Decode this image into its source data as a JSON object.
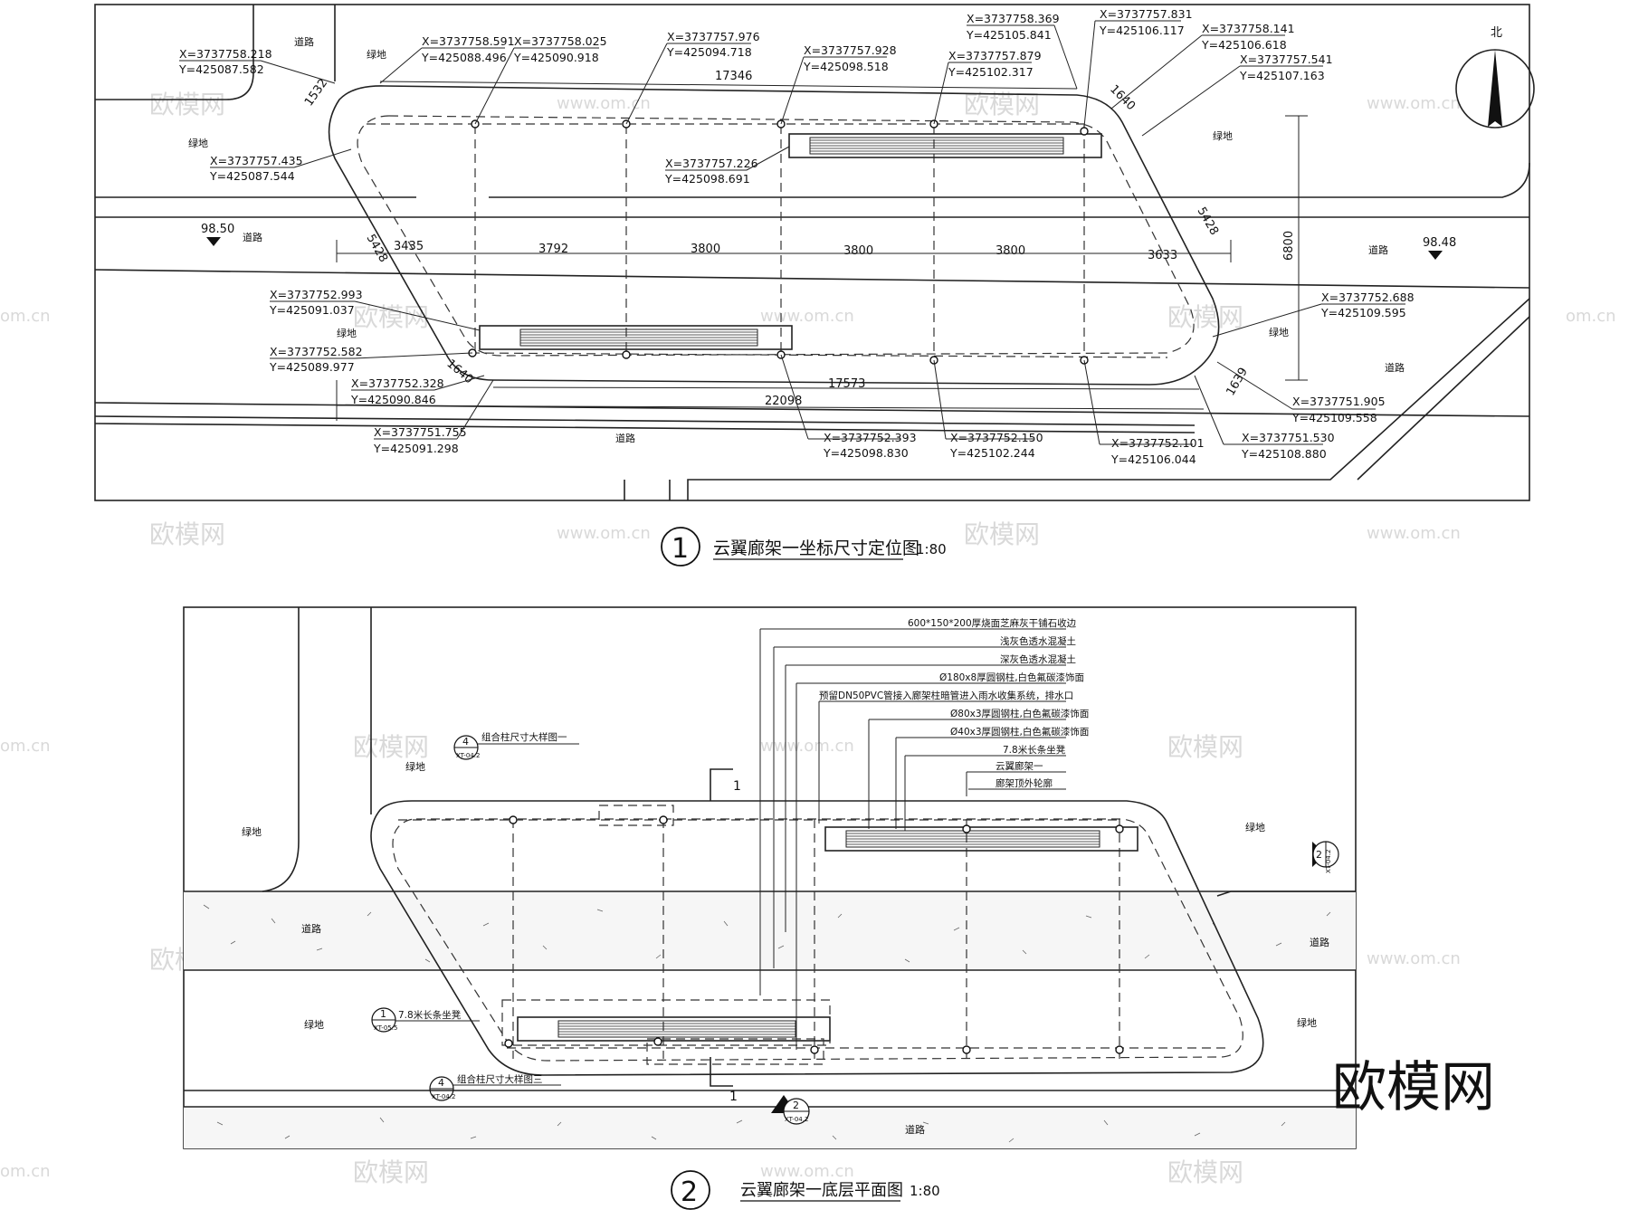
{
  "watermarks": {
    "brand": "欧模网",
    "site": "www.om.cn",
    "site_short": "om.cn"
  },
  "north": "北",
  "fig1": {
    "number": "1",
    "title": "云翼廊架一坐标尺寸定位图",
    "scale": "1:80",
    "labels": {
      "road": "道路",
      "green": "绿地",
      "elev_left": "98.50",
      "elev_right": "98.48"
    },
    "dims": {
      "top_total": "17346",
      "bottom_inner": "17573",
      "bottom_total": "22098",
      "spans": [
        "3435",
        "3792",
        "3800",
        "3800",
        "3800",
        "3633"
      ],
      "height": "6800",
      "diag_left": "5428",
      "diag_right": "5428",
      "arc_tl": "1532",
      "arc_tr": "1640",
      "arc_bl": "1640",
      "arc_br": "1639"
    },
    "coords": [
      {
        "x": "X=3737758.218",
        "y": "Y=425087.582"
      },
      {
        "x": "X=3737758.591",
        "y": "Y=425088.496"
      },
      {
        "x": "X=3737758.025",
        "y": "Y=425090.918"
      },
      {
        "x": "X=3737757.976",
        "y": "Y=425094.718"
      },
      {
        "x": "X=3737757.928",
        "y": "Y=425098.518"
      },
      {
        "x": "X=3737757.879",
        "y": "Y=425102.317"
      },
      {
        "x": "X=3737758.369",
        "y": "Y=425105.841"
      },
      {
        "x": "X=3737757.831",
        "y": "Y=425106.117"
      },
      {
        "x": "X=3737758.141",
        "y": "Y=425106.618"
      },
      {
        "x": "X=3737757.541",
        "y": "Y=425107.163"
      },
      {
        "x": "X=3737757.435",
        "y": "Y=425087.544"
      },
      {
        "x": "X=3737757.226",
        "y": "Y=425098.691"
      },
      {
        "x": "X=3737752.993",
        "y": "Y=425091.037"
      },
      {
        "x": "X=3737752.582",
        "y": "Y=425089.977"
      },
      {
        "x": "X=3737752.328",
        "y": "Y=425090.846"
      },
      {
        "x": "X=3737751.755",
        "y": "Y=425091.298"
      },
      {
        "x": "X=3737752.393",
        "y": "Y=425098.830"
      },
      {
        "x": "X=3737752.150",
        "y": "Y=425102.244"
      },
      {
        "x": "X=3737752.101",
        "y": "Y=425106.044"
      },
      {
        "x": "X=3737751.530",
        "y": "Y=425108.880"
      },
      {
        "x": "X=3737751.905",
        "y": "Y=425109.558"
      },
      {
        "x": "X=3737752.688",
        "y": "Y=425109.595"
      }
    ]
  },
  "fig2": {
    "number": "2",
    "title": "云翼廊架一底层平面图",
    "scale": "1:80",
    "labels": {
      "road": "道路",
      "green": "绿地"
    },
    "section_mark": "1",
    "callouts": [
      "600*150*200厚烧面芝麻灰干铺石收边",
      "浅灰色透水混凝土",
      "深灰色透水混凝土",
      "Ø180x8厚圆钢柱,白色氟碳漆饰面",
      "预留DN50PVC管接入廊架柱暗管进入雨水收集系统，排水口",
      "Ø80x3厚圆钢柱,白色氟碳漆饰面",
      "Ø40x3厚圆钢柱,白色氟碳漆饰面",
      "7.8米长条坐凳",
      "云翼廊架一",
      "廊架顶外轮廓"
    ],
    "detail_bubbles": [
      {
        "num": "4",
        "ref": "XT-04.2",
        "text": "组合柱尺寸大样图一"
      },
      {
        "num": "1",
        "ref": "XT-05.5",
        "text": "7.8米长条坐凳"
      },
      {
        "num": "4",
        "ref": "XT-04.2",
        "text": "组合柱尺寸大样图三"
      }
    ],
    "section_ref": {
      "num": "2",
      "ref": "XT-04.2"
    }
  },
  "brand_corner": "欧模网"
}
